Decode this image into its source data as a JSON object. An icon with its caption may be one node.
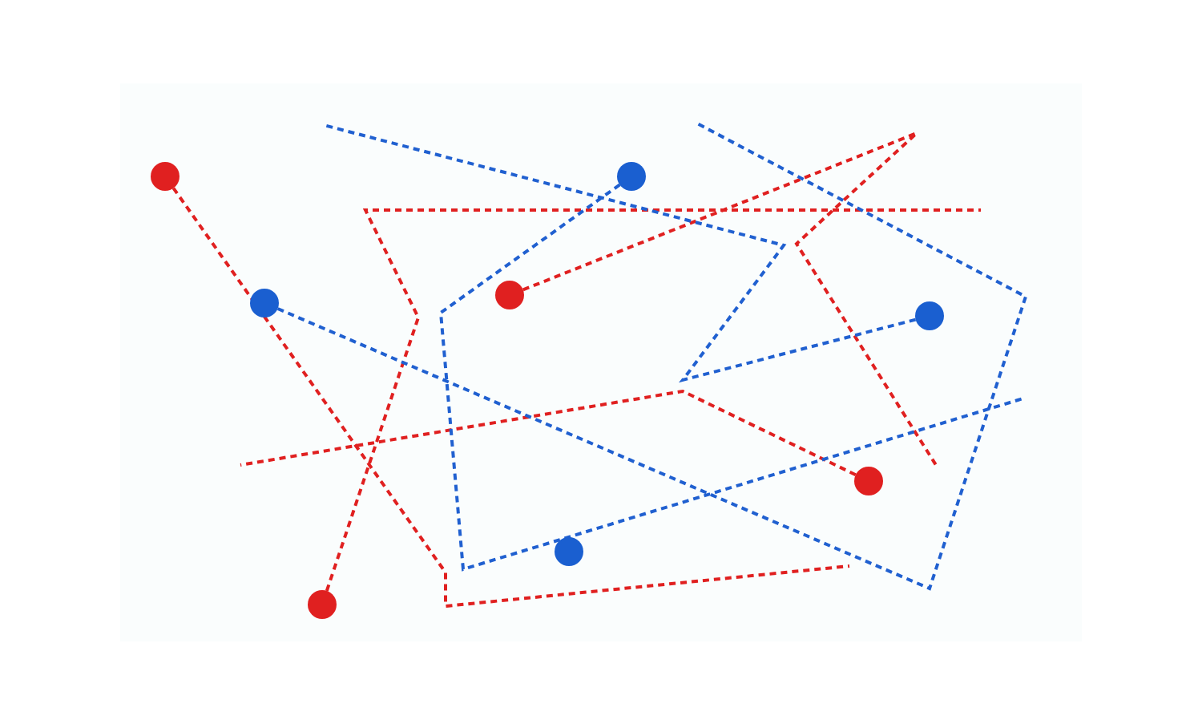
{
  "diagram": {
    "nodes": [
      {
        "text": [],
        "shape": "circle"
      },
      {
        "text": [],
        "shape": "circle"
      },
      {
        "text": [],
        "shape": "circle"
      },
      {
        "text": [],
        "shape": "circle"
      },
      {
        "text": [],
        "shape": "circle"
      },
      {
        "text": [],
        "shape": "circle"
      },
      {
        "text": [],
        "shape": "circle"
      },
      {
        "text": [],
        "shape": "circle"
      }
    ],
    "edges": [
      {
        "from": 0,
        "to": null,
        "arrow": "none",
        "style": "dashed",
        "color": "#e02020"
      },
      {
        "from": 7,
        "to": null,
        "arrow": "none",
        "style": "dashed",
        "color": "#e02020"
      },
      {
        "from": 2,
        "to": null,
        "arrow": "none",
        "style": "dashed",
        "color": "#e02020"
      },
      {
        "from": 5,
        "to": null,
        "arrow": "none",
        "style": "dashed",
        "color": "#e02020"
      },
      {
        "from": 3,
        "to": null,
        "arrow": "none",
        "style": "dashed",
        "color": "#2060d0"
      },
      {
        "from": 1,
        "to": null,
        "arrow": "none",
        "style": "dashed",
        "color": "#2060d0"
      },
      {
        "from": 4,
        "to": null,
        "arrow": "none",
        "style": "dashed",
        "color": "#2060d0"
      }
    ]
  }
}
